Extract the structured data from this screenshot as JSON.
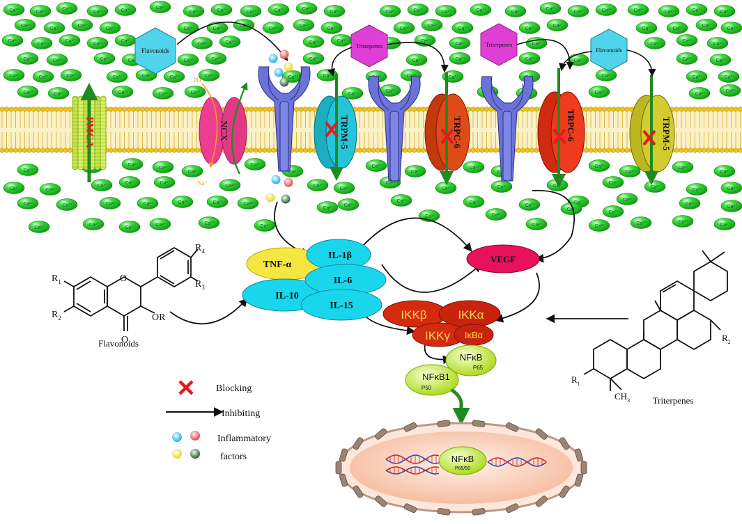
{
  "ion": "Ca²⁺",
  "sodium": "Na⁺",
  "pumps": {
    "pmca": "PMCA",
    "ncx": "NCX"
  },
  "channels": {
    "trpm5_a": "TRPM-5",
    "trpc6_a": "TRPC-6",
    "trpc6_b": "TRPC-6",
    "trpm5_b": "TRPM-5"
  },
  "ligands": {
    "flavonoids_1": "Flavonoids",
    "triterpenes_1": "Triterpenes",
    "triterpenes_2": "Triterpenes",
    "flavonoids_2": "Flavonoids"
  },
  "cytokines": {
    "tnf": "TNF-α",
    "il1b": "IL-1β",
    "il6": "IL-6",
    "il10": "IL-10",
    "il15": "IL-15",
    "vegf": "VEGF"
  },
  "ikk": {
    "beta": "IKKβ",
    "alpha": "IKKα",
    "gamma": "IKKγ",
    "ikba": "IκBα"
  },
  "nfkb": {
    "nfkb": "NFκB",
    "p65": "P65",
    "nfkb1": "NFκB1",
    "p50": "P50",
    "nuclear": "NFκB",
    "nuclear_sub": "P65/50"
  },
  "structures": {
    "flavonoid_caption": "Flavonoids",
    "triterpene_caption": "Triterpenes",
    "r1": "R",
    "r1_sub": "1",
    "r2": "R",
    "r2_sub": "2",
    "r3": "R",
    "r3_sub": "3",
    "r4": "R",
    "r4_sub": "4",
    "or": "OR",
    "o": "O",
    "t_r1": "R",
    "t_r1_sub": "1",
    "t_r2": "R",
    "t_r2_sub": "2",
    "ch3": "CH",
    "ch3_sub": "3"
  },
  "legend": {
    "blocking": "Blocking",
    "inhibiting": "Inhibiting",
    "inflammatory_line1": "Inflammatory",
    "inflammatory_line2": "factors"
  },
  "colors": {
    "calcium": "#2fd12f",
    "tnf": "#f5e642",
    "interleukin": "#19d6ec",
    "vegf": "#e8125c",
    "ikk": "#d42b10",
    "nfkb": "#c8ef2a",
    "nucleus": "#fbd4bf",
    "block": "#e31b1b",
    "flavonoid_hex": "#4fd4ec",
    "triterpene_hex": "#e03fd6",
    "green_arrow": "#1f8a20"
  }
}
